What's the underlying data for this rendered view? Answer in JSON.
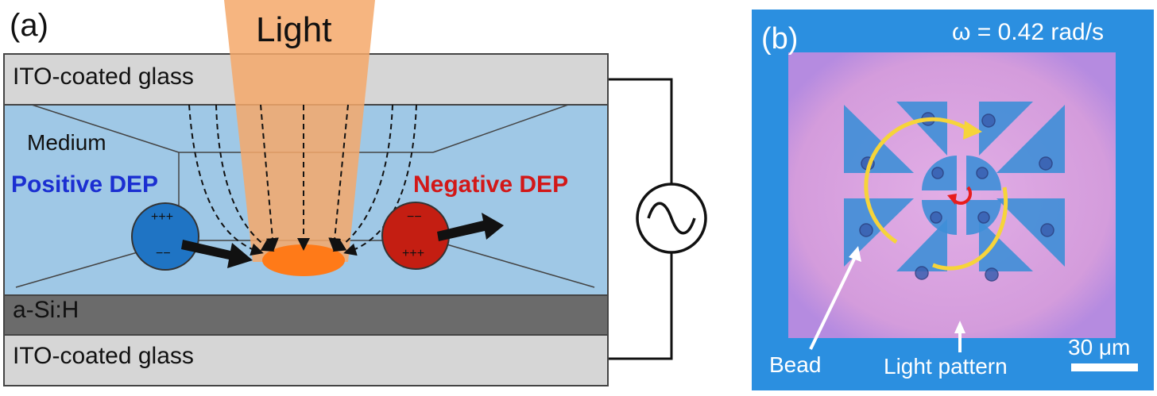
{
  "panel_a": {
    "label": "(a)",
    "light": "Light",
    "ito_top": "ITO-coated glass",
    "medium": "Medium",
    "positive_dep": "Positive DEP",
    "negative_dep": "Negative DEP",
    "asih": "a-Si:H",
    "ito_bottom": "ITO-coated glass",
    "charge_top": "+++",
    "charge_minus": "−−",
    "charge_plus": "+++"
  },
  "panel_b": {
    "label": "(b)",
    "omega": "ω = 0.42 rad/s",
    "scale": "30 μm",
    "bead": "Bead",
    "light_pattern": "Light pattern"
  },
  "colors": {
    "glass": "#d6d6d6",
    "medium": "#9fc8e6",
    "asih": "#6b6b6b",
    "light": "#f4a86a",
    "spot": "#ff7a18",
    "pos_bead": "#1f74c4",
    "neg_bead": "#c41e12",
    "pos_text": "#1b2fd1",
    "neg_text": "#d21818",
    "micro_blue": "#2b8fe0",
    "micro_pink": "#d9a3e0",
    "yellow_arrow": "#f6d43a",
    "red_arrow": "#e81d1d"
  }
}
